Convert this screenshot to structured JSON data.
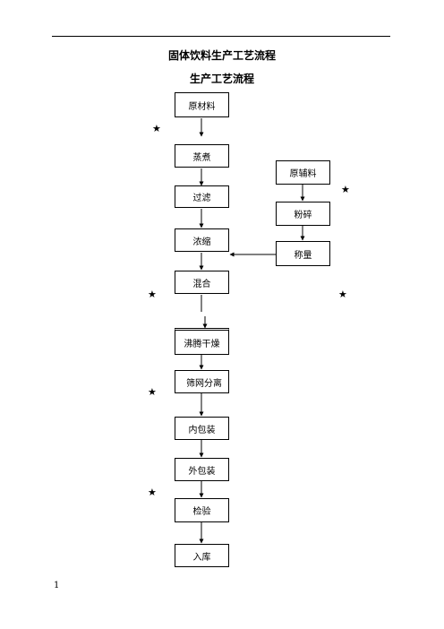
{
  "document": {
    "title": "固体饮料生产工艺流程",
    "subtitle": "生产工艺流程",
    "page_number": "1"
  },
  "flow": {
    "main_steps": [
      "原材料",
      "蒸煮",
      "过滤",
      "浓缩",
      "混合",
      "沸腾干燥",
      "筛网分离",
      "内包装",
      "外包装",
      "检验",
      "入库"
    ],
    "side_steps": [
      "原辅料",
      "粉碎",
      "称量"
    ],
    "marker_symbol": "★"
  }
}
